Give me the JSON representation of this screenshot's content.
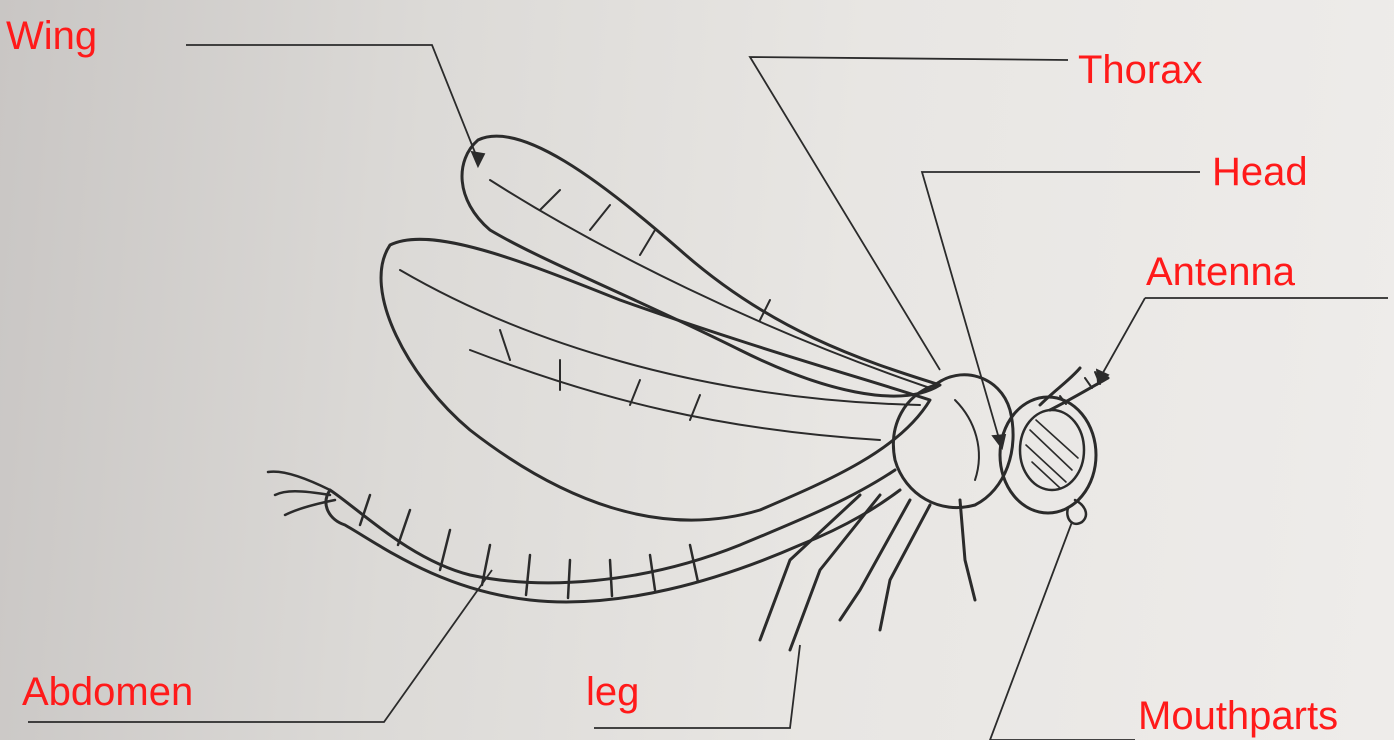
{
  "labels": {
    "wing": "Wing",
    "thorax": "Thorax",
    "head": "Head",
    "antenna": "Antenna",
    "abdomen": "Abdomen",
    "leg": "leg",
    "mouthparts": "Mouthparts"
  },
  "colors": {
    "label": "#ff1a1a",
    "line": "#2b2b2b",
    "paper": "#e6e4e1"
  }
}
